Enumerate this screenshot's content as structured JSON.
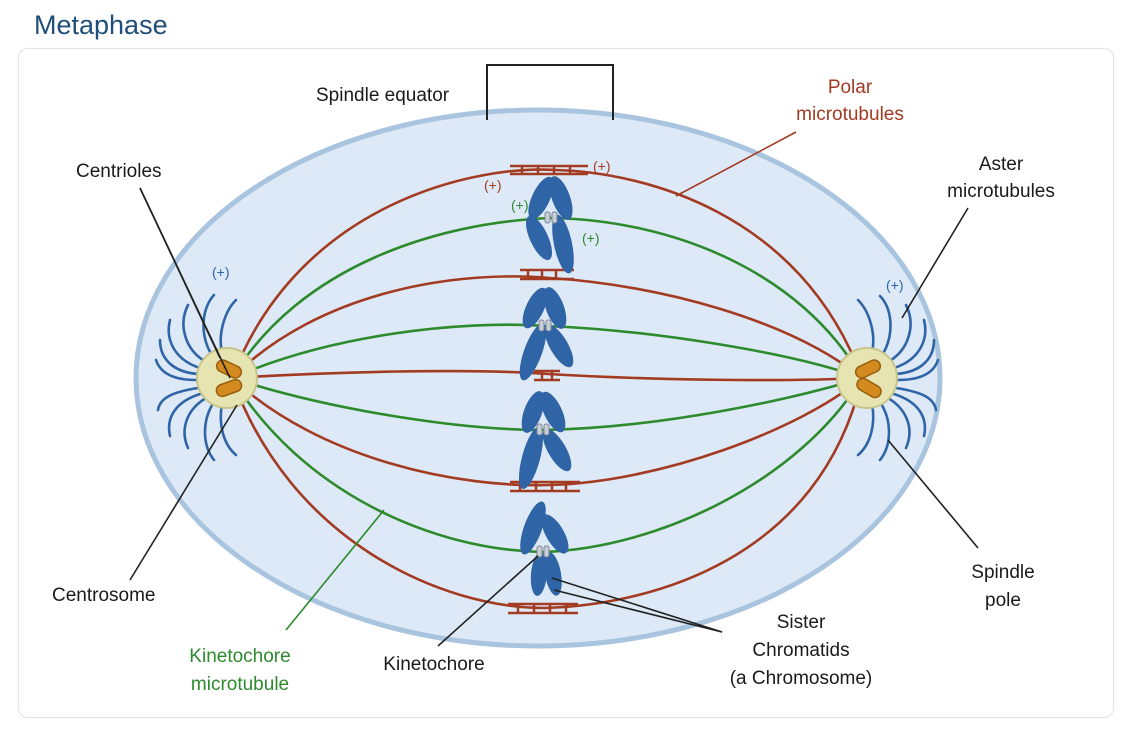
{
  "title": "Metaphase",
  "labels": {
    "spindle_equator": "Spindle equator",
    "polar_line1": "Polar",
    "polar_line2": "microtubules",
    "aster_line1": "Aster",
    "aster_line2": "microtubules",
    "centrioles": "Centrioles",
    "centrosome": "Centrosome",
    "kt_mt_line1": "Kinetochore",
    "kt_mt_line2": "microtubule",
    "kinetochore": "Kinetochore",
    "sister_line1": "Sister",
    "sister_line2": "Chromatids",
    "sister_line3": "(a Chromosome)",
    "pole_line1": "Spindle",
    "pole_line2": "pole",
    "plus": "(+)"
  },
  "colors": {
    "title": "#1f4e79",
    "cell_fill": "#dde9f6",
    "cell_stroke": "#a9c4de",
    "polar": "#a33a22",
    "kinetochore_mt": "#2d8a2d",
    "chromosome": "#2f64a6",
    "aster": "#2f64a6",
    "centrosome_fill": "#e6e4b0",
    "centriole": "#d38a1f",
    "label": "#1a1a1a"
  }
}
